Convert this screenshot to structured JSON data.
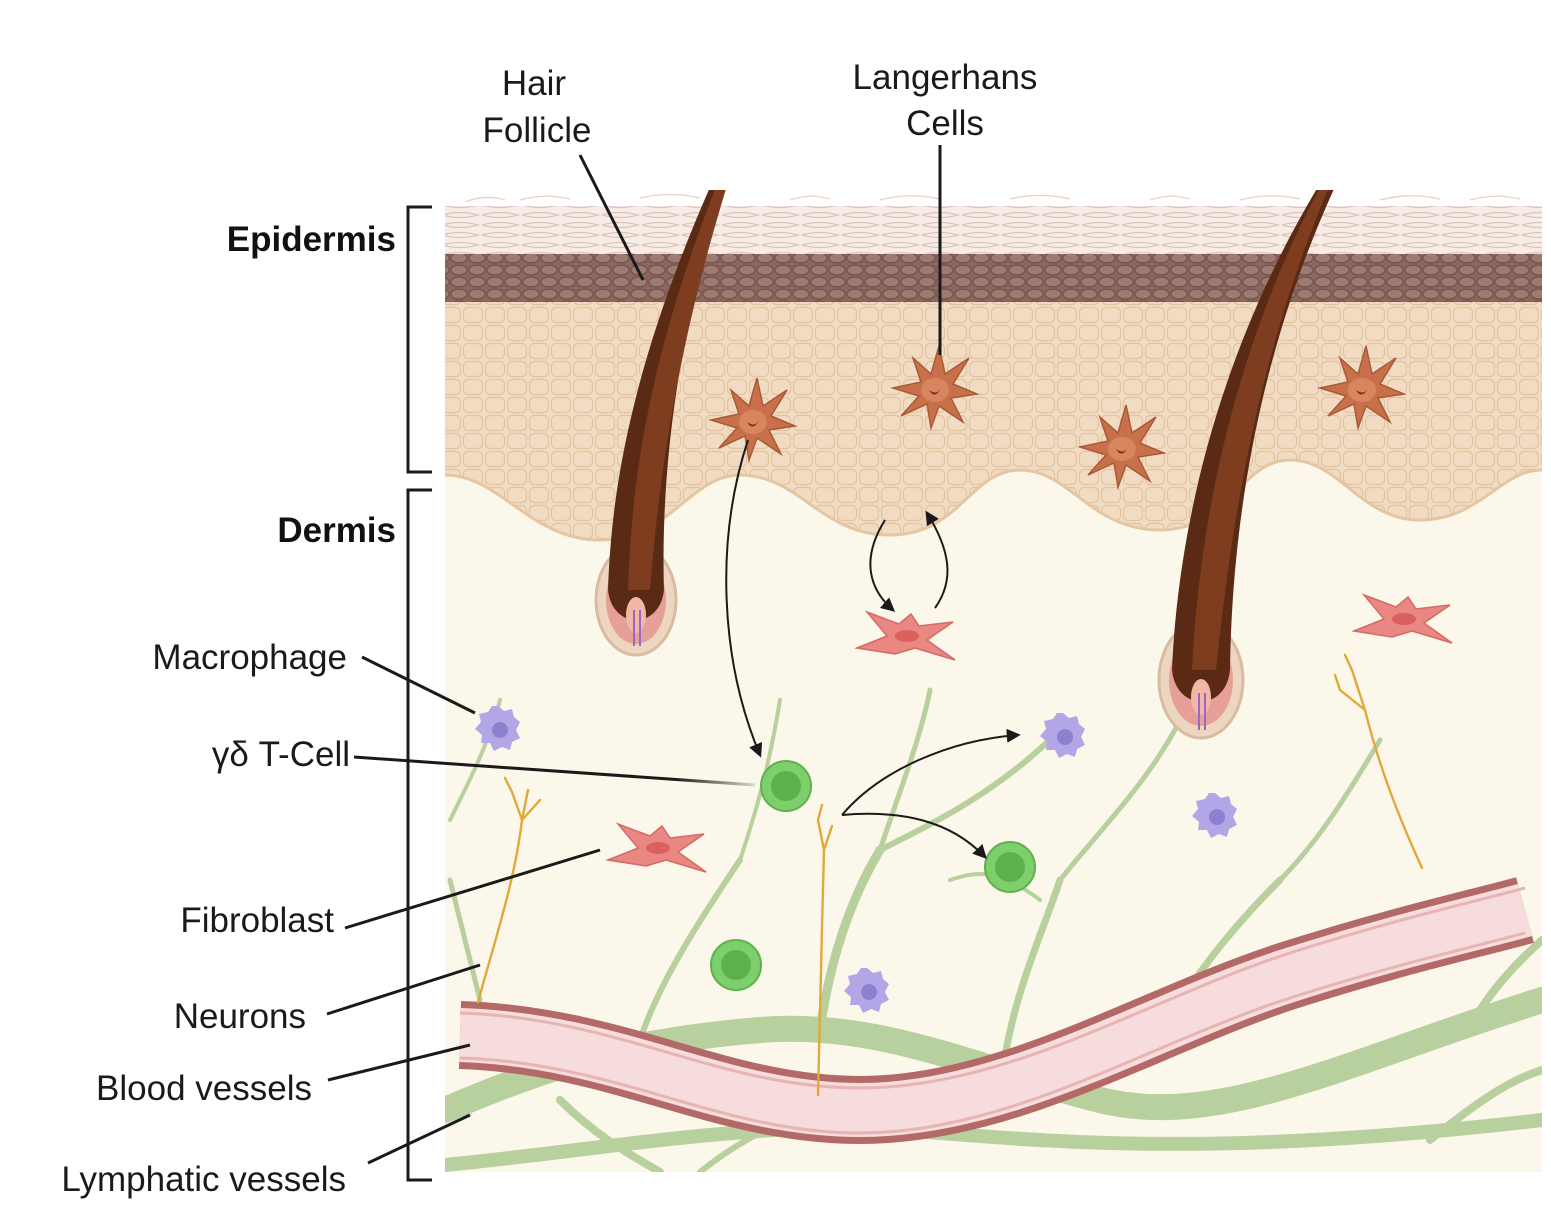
{
  "layers": {
    "epidermis": "Epidermis",
    "dermis": "Dermis"
  },
  "top_labels": {
    "hair_follicle": [
      "Hair",
      "Follicle"
    ],
    "langerhans": [
      "Langerhans",
      "Cells"
    ]
  },
  "left_labels": {
    "macrophage": "Macrophage",
    "gd_tcell": "γδ T-Cell",
    "fibroblast": "Fibroblast",
    "neurons": "Neurons",
    "blood_vessels": "Blood vessels",
    "lymphatic_vessels": "Lymphatic vessels"
  },
  "colors": {
    "epidermis_light": "#f3e7da",
    "epidermis_cells": "#efd8bd",
    "melanin_band": "#8e6b63",
    "dermis": "#fbf7ea",
    "hair": "#5a2a14",
    "langerhans": "#c8704a",
    "fibroblast": "#e98783",
    "macrophage": "#b3a6e6",
    "tcell": "#7ccf6a",
    "neuron": "#e0a93a",
    "blood_vessel": "#b36a66",
    "blood_vessel_fill": "#f6dcdc",
    "lymphatic": "#b8cf9e"
  }
}
